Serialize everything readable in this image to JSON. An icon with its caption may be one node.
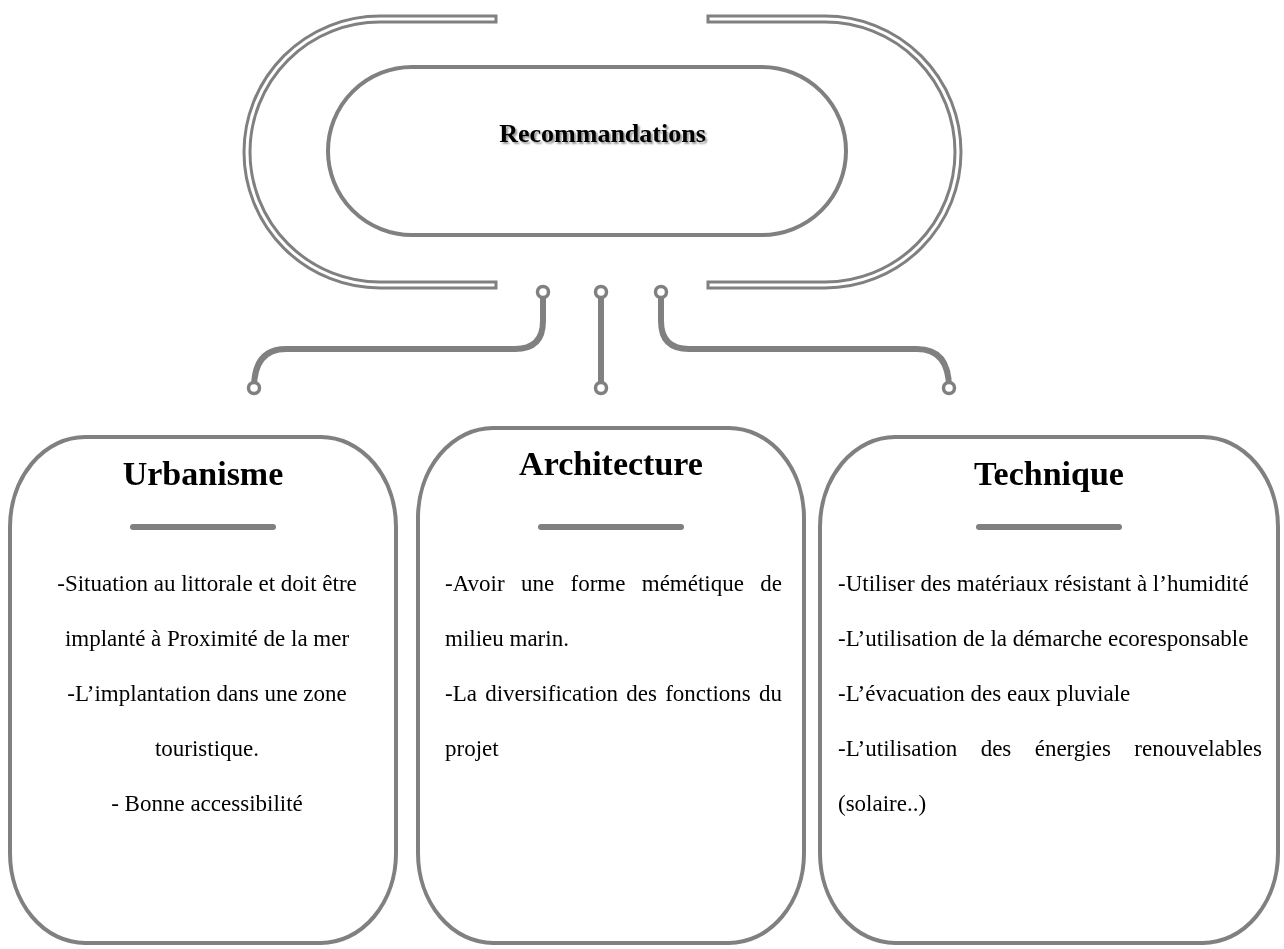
{
  "diagram": {
    "nodes": [
      {
        "text": [
          "Recommandations"
        ]
      },
      {
        "text": [
          "Urbanisme",
          "-Situation au littorale et doit être implanté à Proximité de la mer",
          "-L’implantation dans une zone touristique.",
          "- Bonne accessibilité"
        ]
      },
      {
        "text": [
          "Architecture",
          "-Avoir une forme mémétique de milieu marin.",
          "-La diversification des fonctions du projet"
        ]
      },
      {
        "text": [
          "Technique",
          "-Utiliser des matériaux résistant à l’humidité",
          "-L’utilisation de la démarche ecoresponsable",
          "-L’évacuation des eaux pluviale",
          "-L’utilisation des énergies renouvelables (solaire..)"
        ]
      }
    ],
    "edges": [
      {
        "from": 0,
        "to": 1,
        "arrow": "other"
      },
      {
        "from": 0,
        "to": 2,
        "arrow": "other"
      },
      {
        "from": 0,
        "to": 3,
        "arrow": "other"
      }
    ]
  }
}
